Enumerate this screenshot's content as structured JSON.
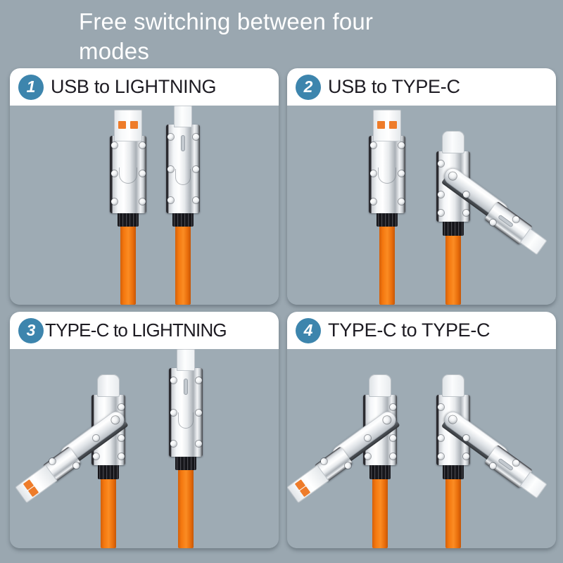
{
  "title": "Free switching between four\nmodes",
  "colors": {
    "page_background": "#9aa7b0",
    "card_background": "#9eabb4",
    "header_background": "#ffffff",
    "badge_blue": "#3d85ad",
    "title_text": "#ffffff",
    "card_title_text": "#1d1b22",
    "cable_orange": "#f4780f",
    "contact_orange": "#ee7c2a",
    "chrome_light": "#ffffff",
    "chrome_dark": "#2b2b30"
  },
  "cards": [
    {
      "number": "1",
      "label": "USB to LIGHTNING",
      "connectors": [
        "usb-a-straight",
        "lightning-straight"
      ]
    },
    {
      "number": "2",
      "label": "USB to TYPE-C",
      "connectors": [
        "usb-a-straight",
        "type-c-with-folded-lightning-arm"
      ]
    },
    {
      "number": "3",
      "label": "TYPE-C to LIGHTNING",
      "connectors": [
        "type-c-with-folded-usb-arm",
        "lightning-straight"
      ]
    },
    {
      "number": "4",
      "label": "TYPE-C to TYPE-C",
      "connectors": [
        "type-c-with-folded-usb-arm",
        "type-c-with-folded-lightning-arm"
      ]
    }
  ]
}
